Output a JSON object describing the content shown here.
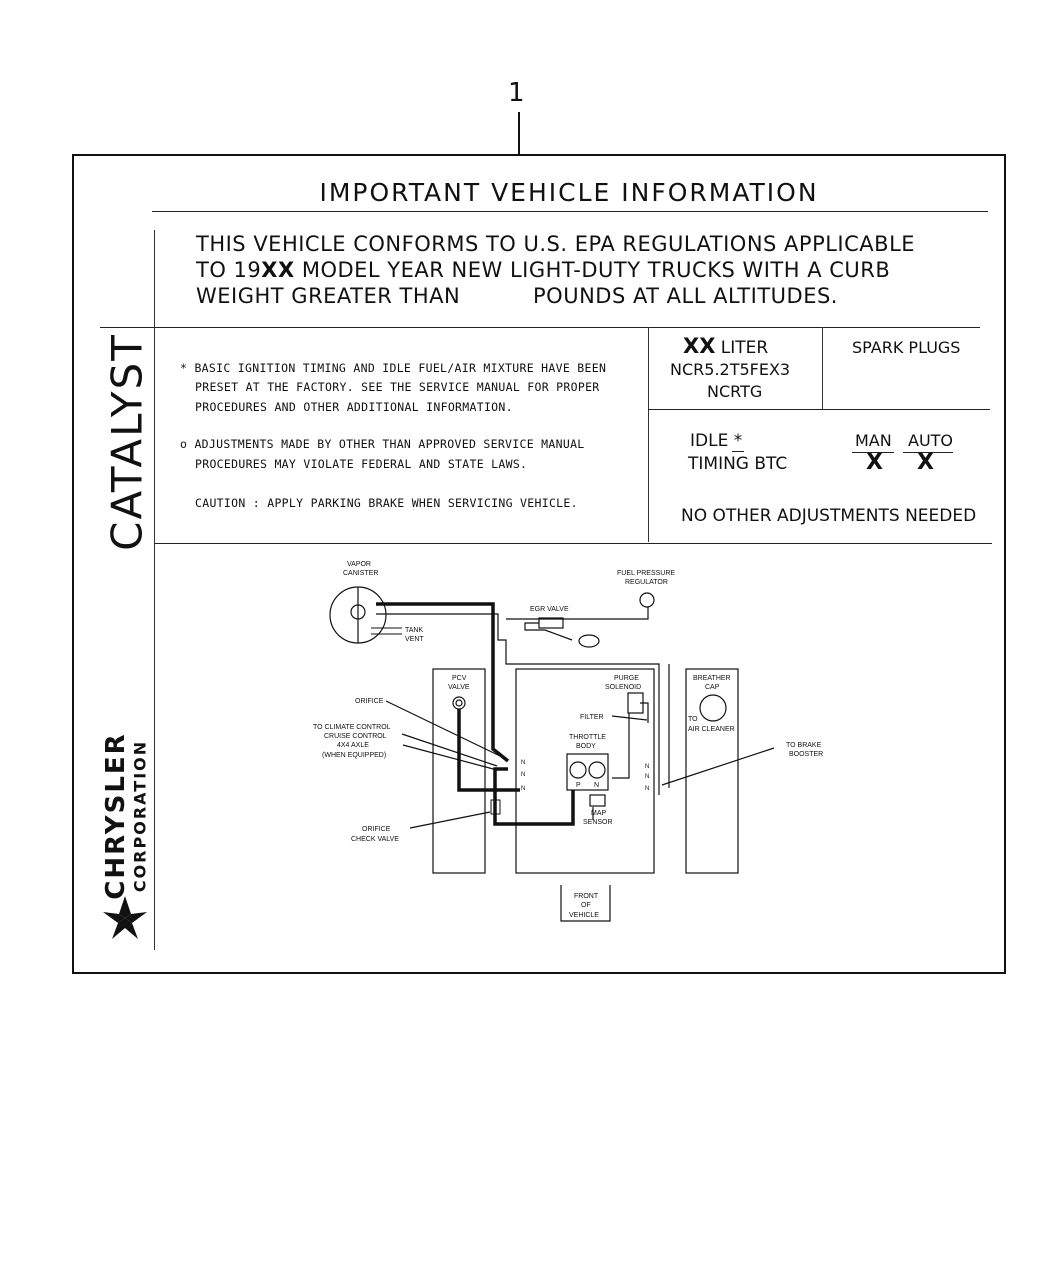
{
  "callout": "1",
  "title": "IMPORTANT VEHICLE INFORMATION",
  "statement": {
    "line1": "THIS VEHICLE CONFORMS TO U.S. EPA REGULATIONS APPLICABLE",
    "line2_a": "TO 19",
    "line2_b": "XX",
    "line2_c": " MODEL YEAR NEW LIGHT-DUTY TRUCKS WITH A CURB",
    "line3_a": "WEIGHT GREATER THAN",
    "line3_b": "POUNDS AT ALL ALTITUDES."
  },
  "side": {
    "catalyst": "CATALYST",
    "company1": "CHRYSLER",
    "company2": "CORPORATION"
  },
  "notes": {
    "n1a": "* BASIC IGNITION TIMING AND IDLE FUEL/AIR MIXTURE HAVE BEEN",
    "n1b": "PRESET AT THE FACTORY. SEE THE SERVICE MANUAL FOR PROPER",
    "n1c": "PROCEDURES AND OTHER ADDITIONAL INFORMATION.",
    "n2a": "o ADJUSTMENTS MADE BY OTHER THAN APPROVED SERVICE MANUAL",
    "n2b": "PROCEDURES MAY VIOLATE FEDERAL AND STATE LAWS.",
    "n3": "CAUTION : APPLY PARKING BRAKE WHEN SERVICING VEHICLE."
  },
  "engine": {
    "xx": "XX",
    "liter": "LITER",
    "code1": "NCR5.2T5FEX3",
    "code2": "NCRTG",
    "spark": "SPARK PLUGS"
  },
  "idle": {
    "idle": "IDLE *",
    "timing": "TIMING BTC",
    "man": "MAN",
    "auto": "AUTO",
    "man_x": "X",
    "auto_x": "X",
    "none": "NO OTHER ADJUSTMENTS NEEDED"
  },
  "diagram": {
    "vapor1": "VAPOR",
    "vapor2": "CANISTER",
    "tank1": "TANK",
    "tank2": "VENT",
    "egr": "EGR VALVE",
    "fuelreg1": "FUEL PRESSURE",
    "fuelreg2": "REGULATOR",
    "pcv1": "PCV",
    "pcv2": "VALVE",
    "purge1": "PURGE",
    "purge2": "SOLENOID",
    "breather1": "BREATHER",
    "breather2": "CAP",
    "orifice": "ORIFICE",
    "climate1": "TO CLIMATE CONTROL",
    "climate2": "CRUISE CONTROL",
    "climate3": "4X4 AXLE",
    "climate4": "(WHEN EQUIPPED)",
    "filter": "FILTER",
    "tb1": "THROTTLE",
    "tb2": "BODY",
    "p": "P",
    "n": "N",
    "air1": "TO",
    "air2": "AIR CLEANER",
    "brake1": "TO BRAKE",
    "brake2": "BOOSTER",
    "map1": "MAP",
    "map2": "SENSOR",
    "check1": "ORIFICE",
    "check2": "CHECK VALVE",
    "front1": "FRONT",
    "front2": "OF",
    "front3": "VEHICLE"
  }
}
